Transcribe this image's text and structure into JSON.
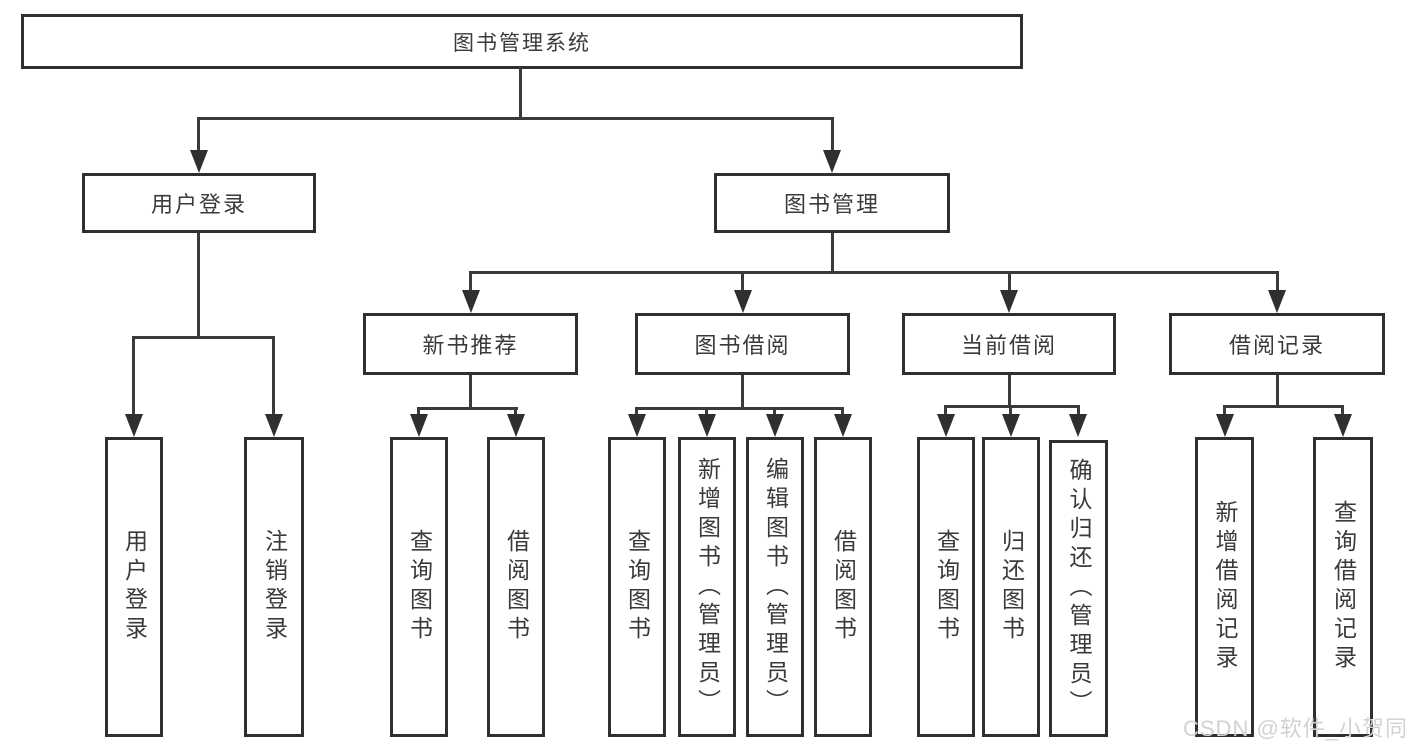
{
  "root": {
    "label": "图书管理系统"
  },
  "branches": {
    "user_login": {
      "label": "用户登录"
    },
    "book_mgmt": {
      "label": "图书管理"
    }
  },
  "modules": {
    "new_books": {
      "label": "新书推荐"
    },
    "borrow": {
      "label": "图书借阅"
    },
    "current": {
      "label": "当前借阅"
    },
    "records": {
      "label": "借阅记录"
    }
  },
  "leaves": {
    "user_login": [
      "用户登录",
      "注销登录"
    ],
    "new_books": [
      "查询图书",
      "借阅图书"
    ],
    "borrow": [
      "查询图书",
      "新增图书（管理员）",
      "编辑图书（管理员）",
      "借阅图书"
    ],
    "current": [
      "查询图书",
      "归还图书",
      "确认归还（管理员）"
    ],
    "records": [
      "新增借阅记录",
      "查询借阅记录"
    ]
  },
  "watermark": "CSDN @软件_小贺同学",
  "colors": {
    "line": "#3a3a3a",
    "border": "#2f2f2f",
    "text": "#3a3a3a",
    "watermark": "#d2d2d2",
    "background": "#ffffff"
  }
}
